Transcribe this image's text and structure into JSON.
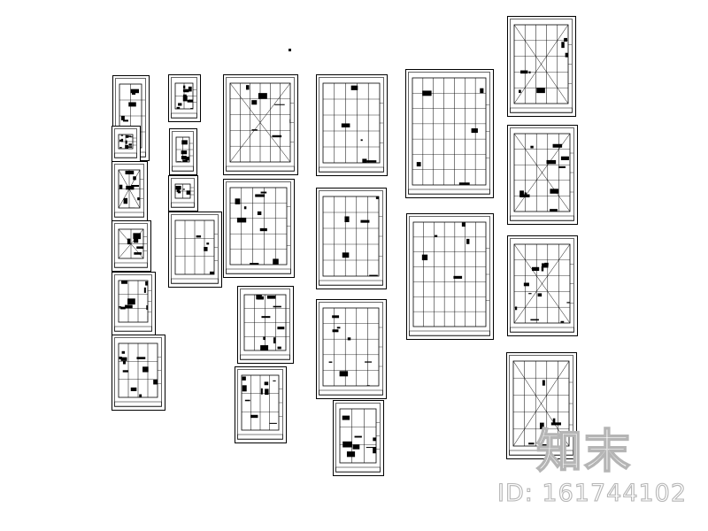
{
  "sheets": [
    {
      "id": "s1",
      "kind": "elevation"
    },
    {
      "id": "s2",
      "kind": "detail"
    },
    {
      "id": "s3",
      "kind": "plan"
    },
    {
      "id": "s4",
      "kind": "detail"
    },
    {
      "id": "s5",
      "kind": "elevation"
    },
    {
      "id": "s6",
      "kind": "section"
    },
    {
      "id": "s7",
      "kind": "elevation"
    },
    {
      "id": "s8",
      "kind": "detail"
    },
    {
      "id": "s9",
      "kind": "plan"
    },
    {
      "id": "s10",
      "kind": "elevation"
    },
    {
      "id": "s11",
      "kind": "elevation"
    },
    {
      "id": "s12",
      "kind": "elevation"
    },
    {
      "id": "s13",
      "kind": "elevation"
    },
    {
      "id": "s14",
      "kind": "elevation"
    },
    {
      "id": "s15",
      "kind": "elevation"
    },
    {
      "id": "s16",
      "kind": "elevation"
    },
    {
      "id": "s17",
      "kind": "elevation"
    },
    {
      "id": "s18",
      "kind": "elevation"
    },
    {
      "id": "s19",
      "kind": "elevation"
    },
    {
      "id": "s20",
      "kind": "elevation"
    },
    {
      "id": "s21",
      "kind": "plan"
    },
    {
      "id": "s22",
      "kind": "section"
    },
    {
      "id": "s23",
      "kind": "plan"
    },
    {
      "id": "s24",
      "kind": "plan"
    },
    {
      "id": "s25",
      "kind": "plan"
    },
    {
      "id": "s26",
      "kind": "detail"
    }
  ],
  "watermark": {
    "logo": "知末",
    "id_text": "ID: 161744102",
    "color": "#b5b5b5"
  }
}
